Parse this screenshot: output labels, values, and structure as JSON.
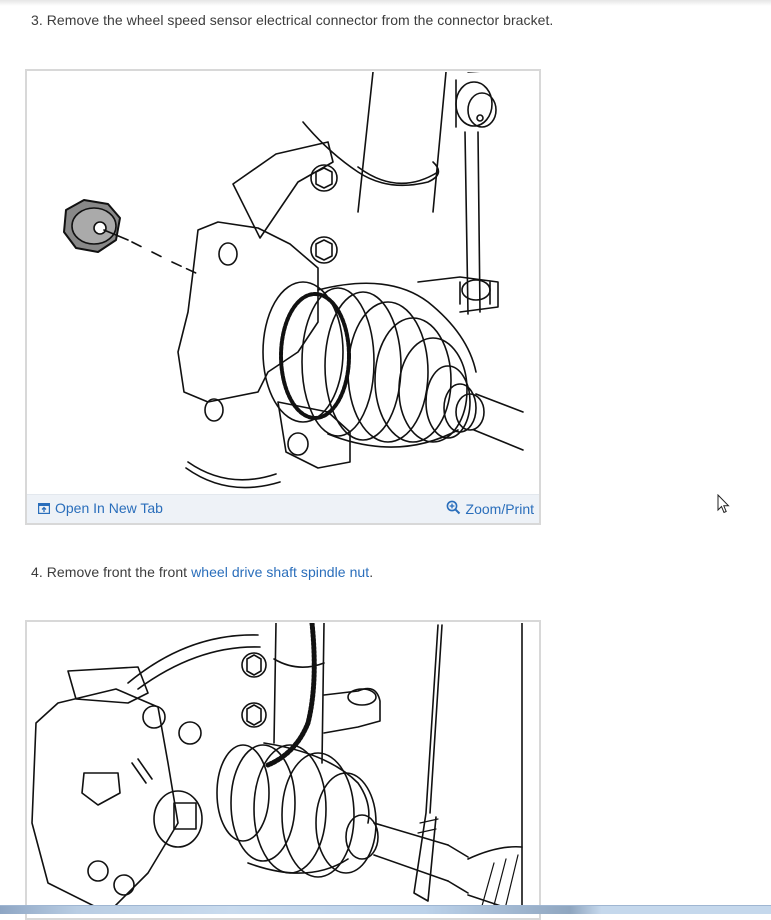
{
  "steps": [
    {
      "number": "3.",
      "text": "Remove the wheel speed sensor electrical connector from the connector bracket."
    },
    {
      "number": "4.",
      "text_before": "Remove front the front ",
      "link_text": "wheel drive shaft spindle nut",
      "text_after": "."
    }
  ],
  "figures": [
    {
      "description": "Line drawing: hub knuckle with CV boot, axle shaft and spindle nut",
      "footer": {
        "open_new_tab_label": "Open In New Tab",
        "open_new_tab_icon": "open-in-new-tab-icon",
        "zoom_print_label": "Zoom/Print",
        "zoom_print_icon": "zoom-in-magnifier-icon"
      }
    },
    {
      "description": "Line drawing: brake caliper, strut, wheel speed sensor harness, CV boot and axle shaft"
    }
  ],
  "colors": {
    "text": "#3c3c3c",
    "link": "#2a6ebb",
    "figure_border": "#d8d8d8",
    "footer_bg": "#eef2f7"
  }
}
